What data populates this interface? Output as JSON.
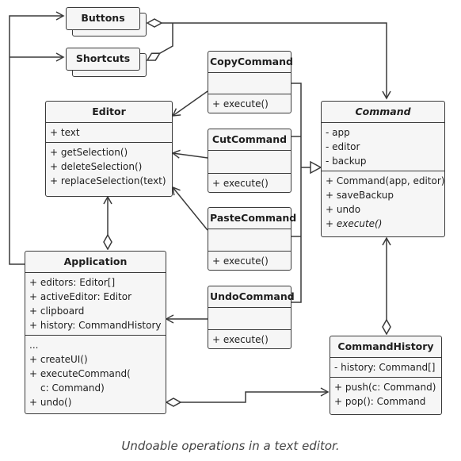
{
  "classes": {
    "buttons": {
      "name": "Buttons"
    },
    "shortcuts": {
      "name": "Shortcuts"
    },
    "copy_command": {
      "name": "CopyCommand",
      "methods": [
        "+ execute()"
      ]
    },
    "cut_command": {
      "name": "CutCommand",
      "methods": [
        "+ execute()"
      ]
    },
    "paste_command": {
      "name": "PasteCommand",
      "methods": [
        "+ execute()"
      ]
    },
    "undo_command": {
      "name": "UndoCommand",
      "methods": [
        "+ execute()"
      ]
    },
    "editor": {
      "name": "Editor",
      "fields": [
        "+ text"
      ],
      "methods": [
        "+ getSelection()",
        "+ deleteSelection()",
        "+ replaceSelection(text)"
      ]
    },
    "command": {
      "name": "Command",
      "fields": [
        "- app",
        "- editor",
        "- backup"
      ],
      "methods": [
        "+ Command(app, editor)",
        "+ saveBackup",
        "+ undo",
        "+ execute()"
      ]
    },
    "application": {
      "name": "Application",
      "fields": [
        "+ editors: Editor[]",
        "+ activeEditor: Editor",
        "+ clipboard",
        "+ history: CommandHistory"
      ],
      "methods": [
        "...",
        "+ createUI()",
        "+ executeCommand(",
        "c: Command)",
        "+ undo()"
      ]
    },
    "command_history": {
      "name": "CommandHistory",
      "fields": [
        "- history: Command[]"
      ],
      "methods": [
        "+ push(c: Command)",
        "+ pop(): Command"
      ]
    }
  },
  "caption": "Undoable operations in a text editor."
}
